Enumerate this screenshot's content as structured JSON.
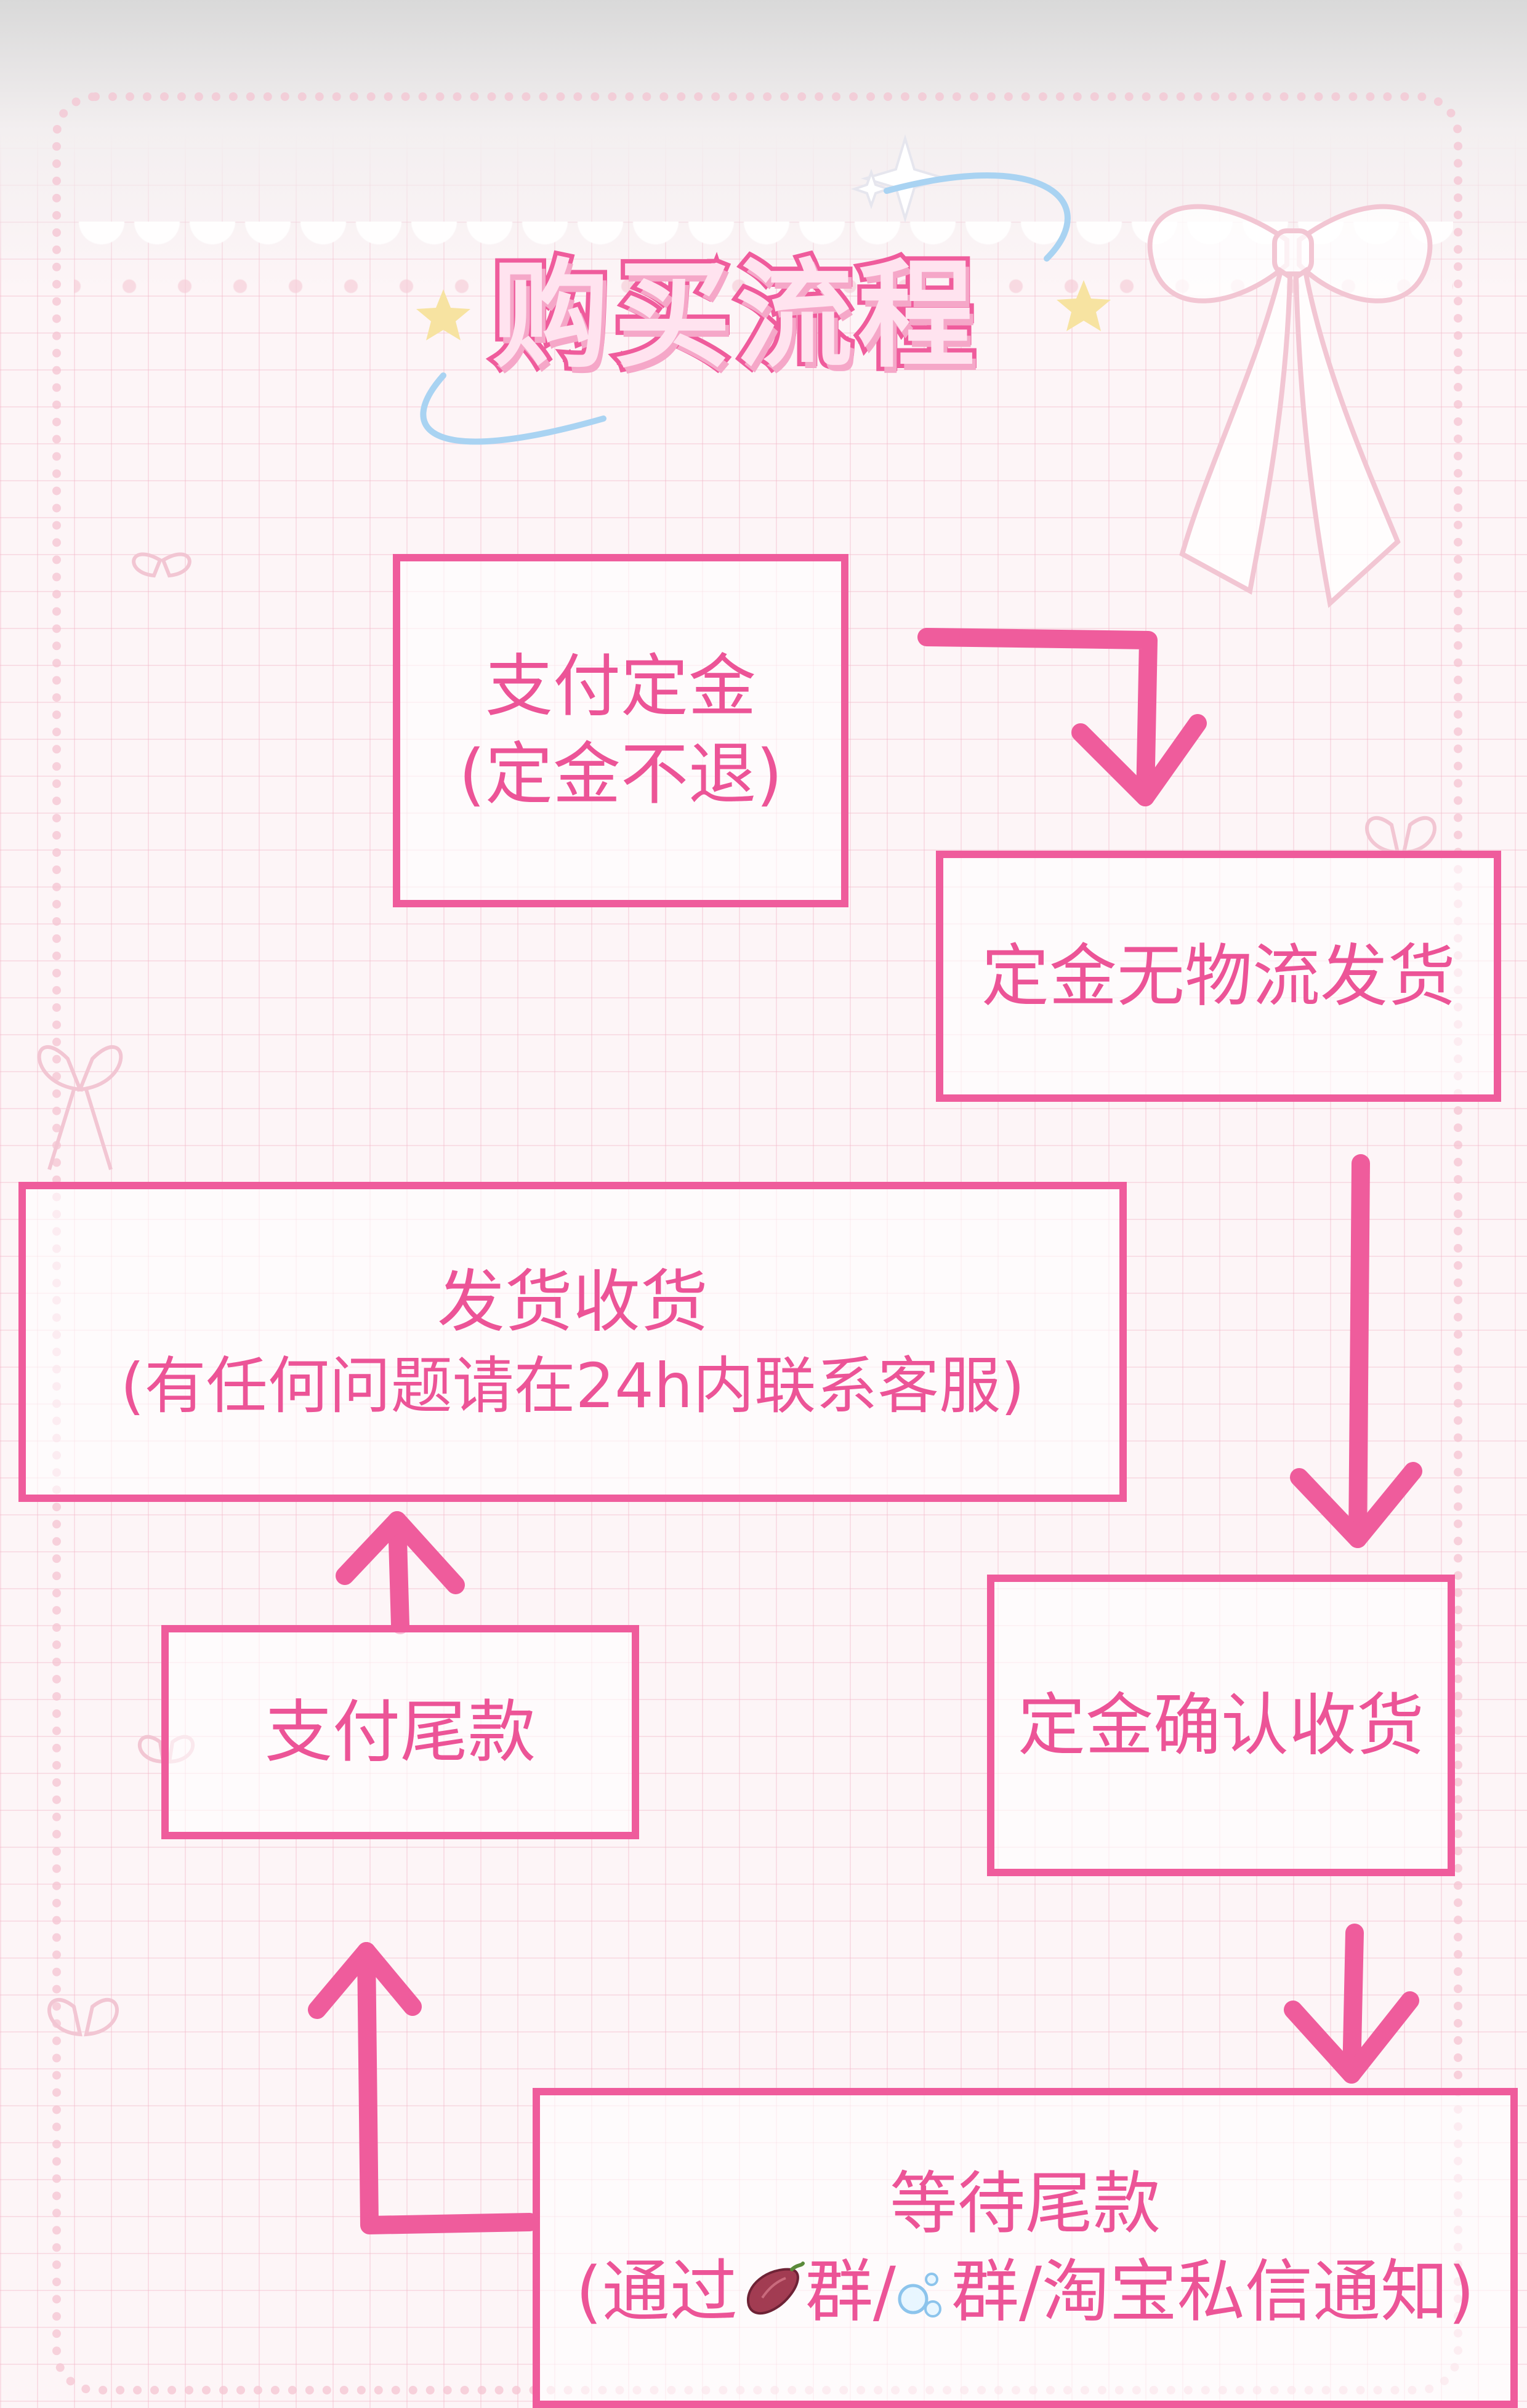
{
  "title": "购买流程",
  "colors": {
    "accent": "#ef5c9c",
    "text": "#ec5497",
    "background": "#fdf5f7",
    "grid": "#f0b4c4"
  },
  "steps": {
    "deposit": {
      "title": "支付定金",
      "note": "(定金不退)"
    },
    "ship": {
      "title": "定金无物流发货"
    },
    "confirm": {
      "title": "定金确认收货"
    },
    "wait": {
      "title": "等待尾款",
      "note_prefix": "(通过",
      "icon1": "sweet-potato-icon",
      "note_mid": "群/",
      "icon2": "bubbles-icon",
      "note_suffix": "群/淘宝私信通知)"
    },
    "balance": {
      "title": "支付尾款"
    },
    "receive": {
      "title": "发货收货",
      "note": "(有任何问题请在24h内联系客服)"
    }
  }
}
